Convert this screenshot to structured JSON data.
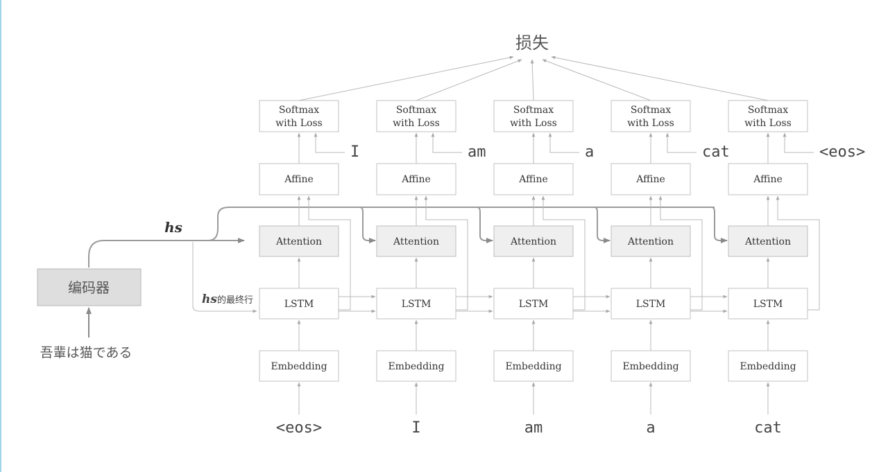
{
  "loss_label": "损失",
  "encoder": {
    "label": "编码器",
    "input": "吾輩は猫である"
  },
  "hs_label": "hs",
  "hs_last_row_label": {
    "hs": "hs",
    "suffix": "的最终行"
  },
  "layer_labels": {
    "softmax_line1": "Softmax",
    "softmax_line2": "with Loss",
    "affine": "Affine",
    "attention": "Attention",
    "lstm": "LSTM",
    "embedding": "Embedding"
  },
  "decoder_inputs": [
    "<eos>",
    "I",
    "am",
    "a",
    "cat"
  ],
  "targets": [
    "I",
    "am",
    "a",
    "cat",
    "<eos>"
  ]
}
